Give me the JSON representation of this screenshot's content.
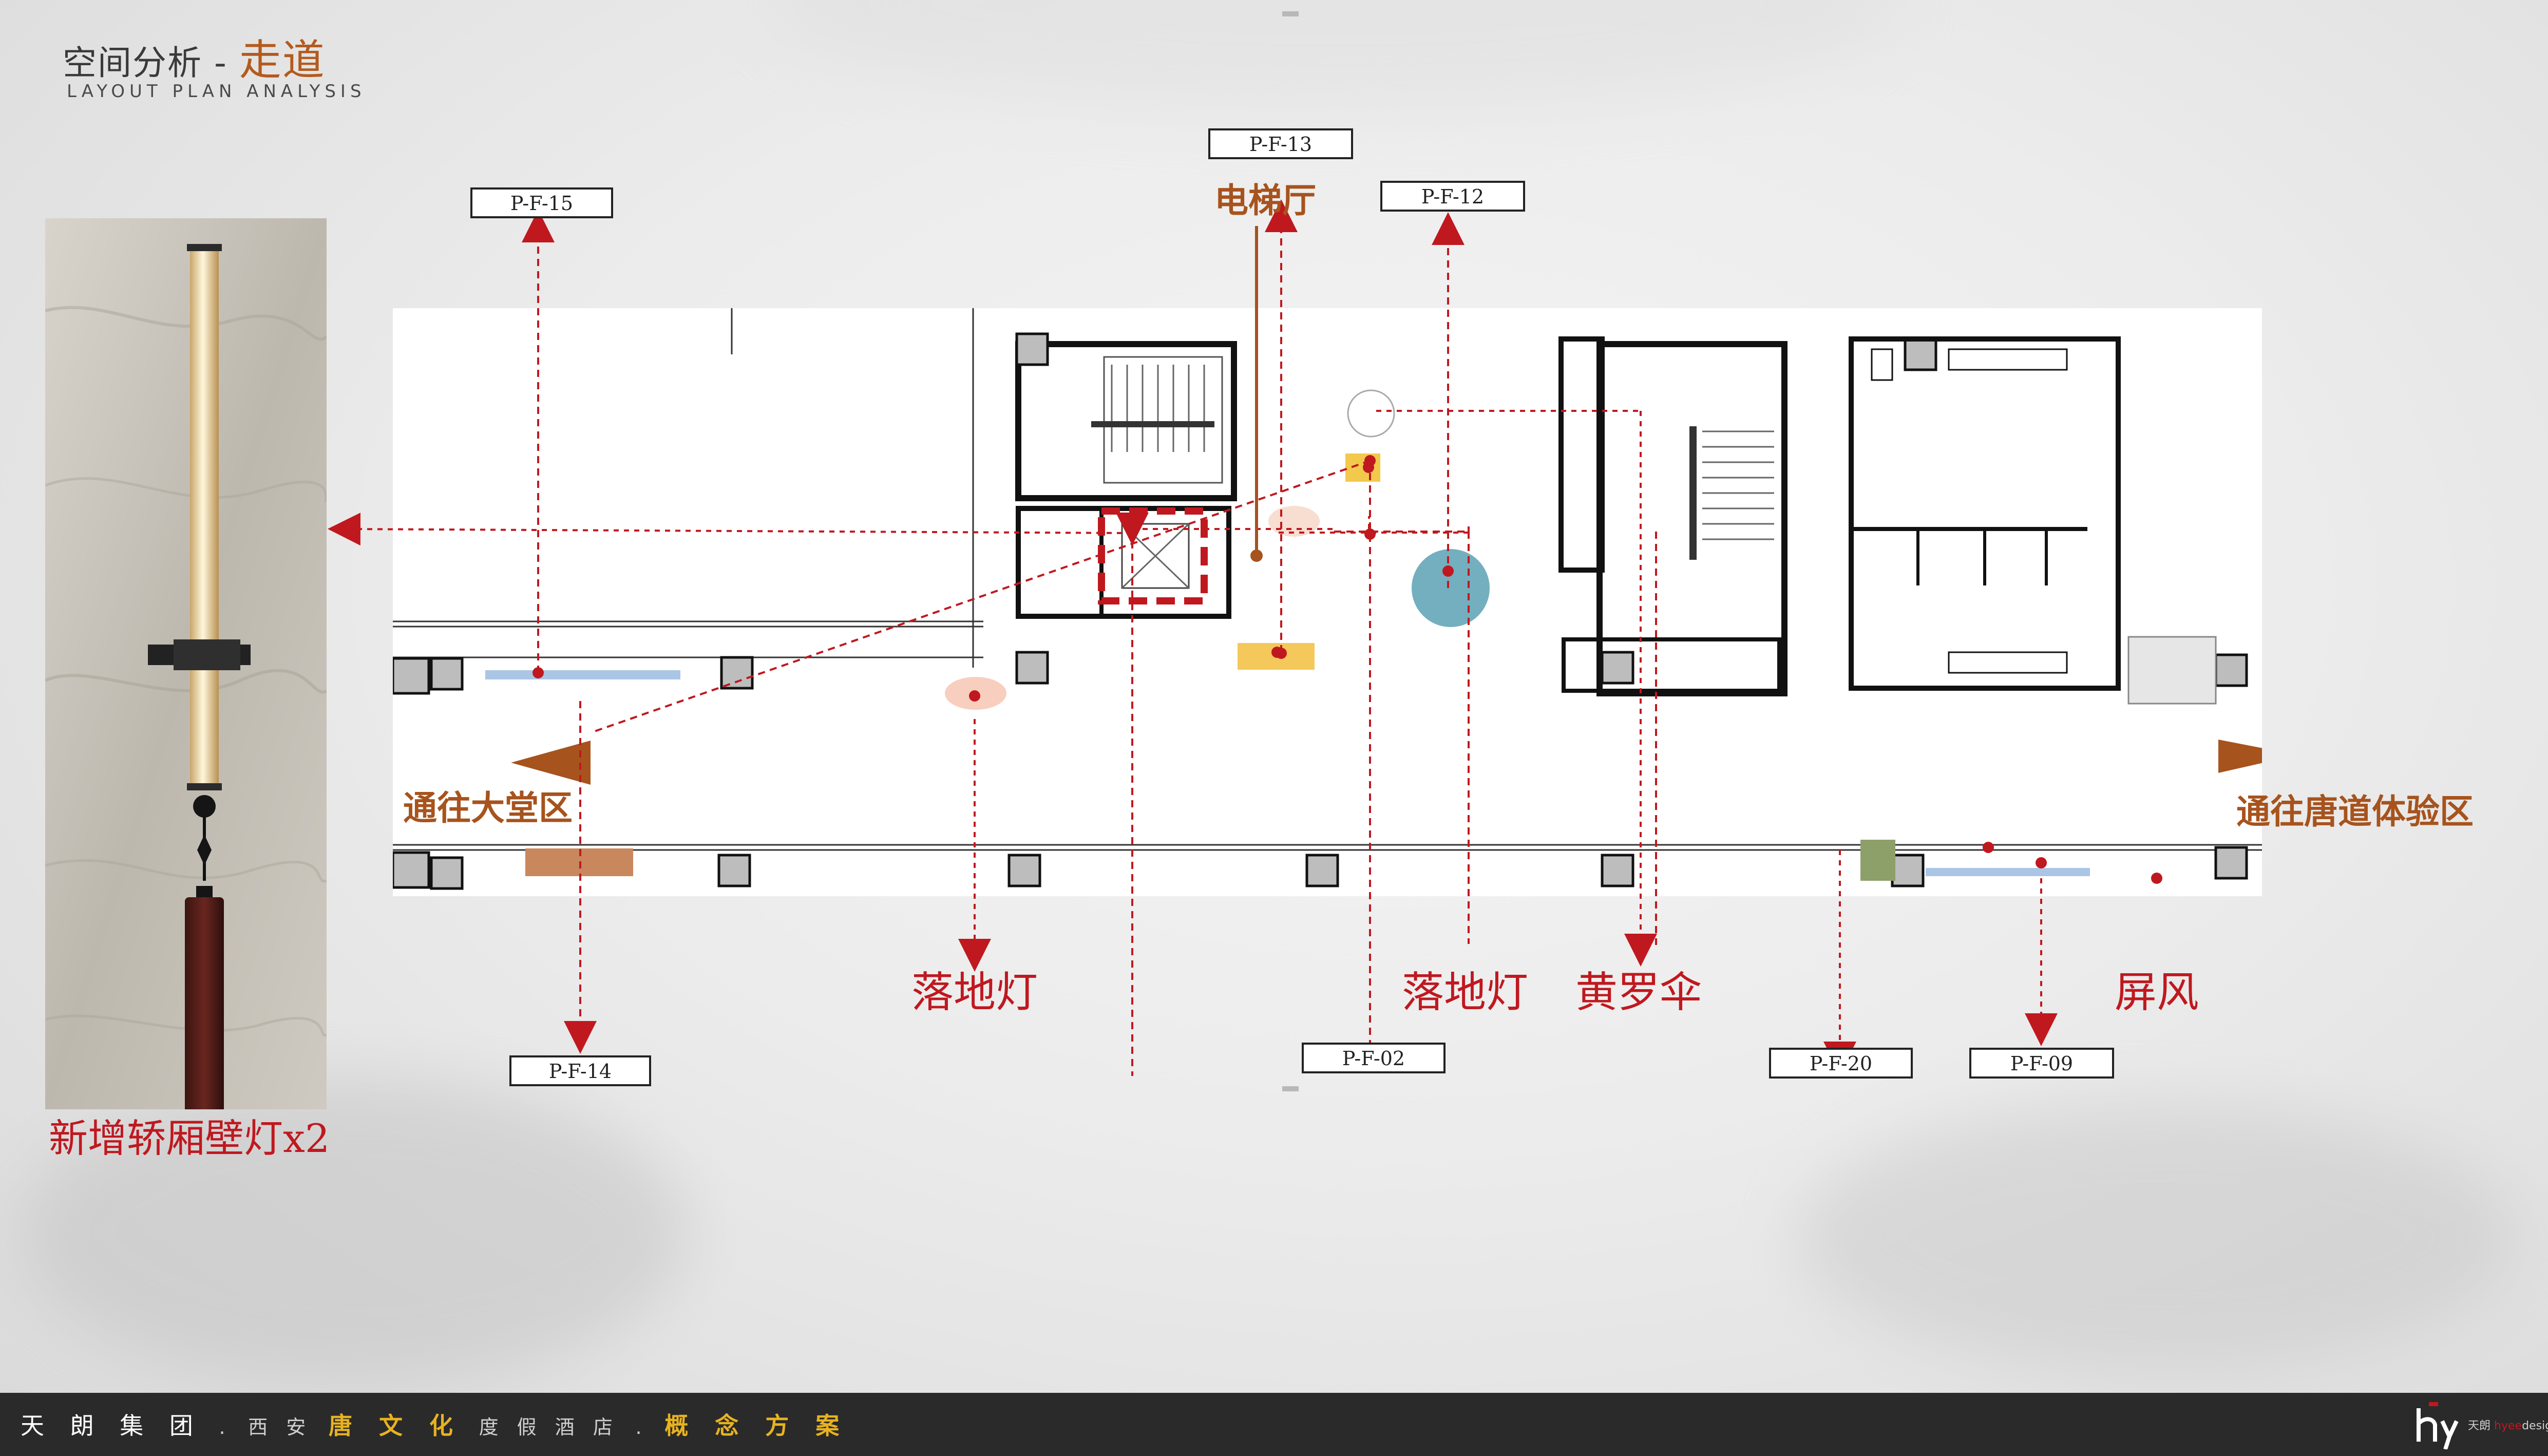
{
  "header": {
    "title_prefix": "空间分析 - ",
    "title_accent": "走道",
    "subtitle": "LAYOUT PLAN ANALYSIS"
  },
  "photo": {
    "caption": "新增轿厢壁灯x2"
  },
  "plan": {
    "labels": {
      "elevator_hall": "电梯厅",
      "to_lobby": "通往大堂区",
      "to_tang": "通往唐道体验区"
    },
    "items": {
      "floor_lamp_1": "落地灯",
      "floor_lamp_2": "落地灯",
      "umbrella": "黄罗伞",
      "screen": "屏风"
    },
    "refs": {
      "pf15": "P-F-15",
      "pf13": "P-F-13",
      "pf12": "P-F-12",
      "pf14": "P-F-14",
      "pf02": "P-F-02",
      "pf20": "P-F-20",
      "pf09": "P-F-09"
    }
  },
  "footer": {
    "part1": "天 朗 集 团",
    "dot1": ".",
    "part2": "西 安",
    "part3": "唐 文 化",
    "part4": "度 假 酒 店",
    "dot2": ".",
    "part5": "概 念 方 案"
  },
  "logo": {
    "mark": "hy",
    "brand_prefix": "天朗",
    "brand_accent": "hyee",
    "brand_suffix": "design"
  },
  "colors": {
    "accent_red": "#c0181f",
    "accent_brown": "#a7531d",
    "footer_highlight": "#e8b320"
  }
}
